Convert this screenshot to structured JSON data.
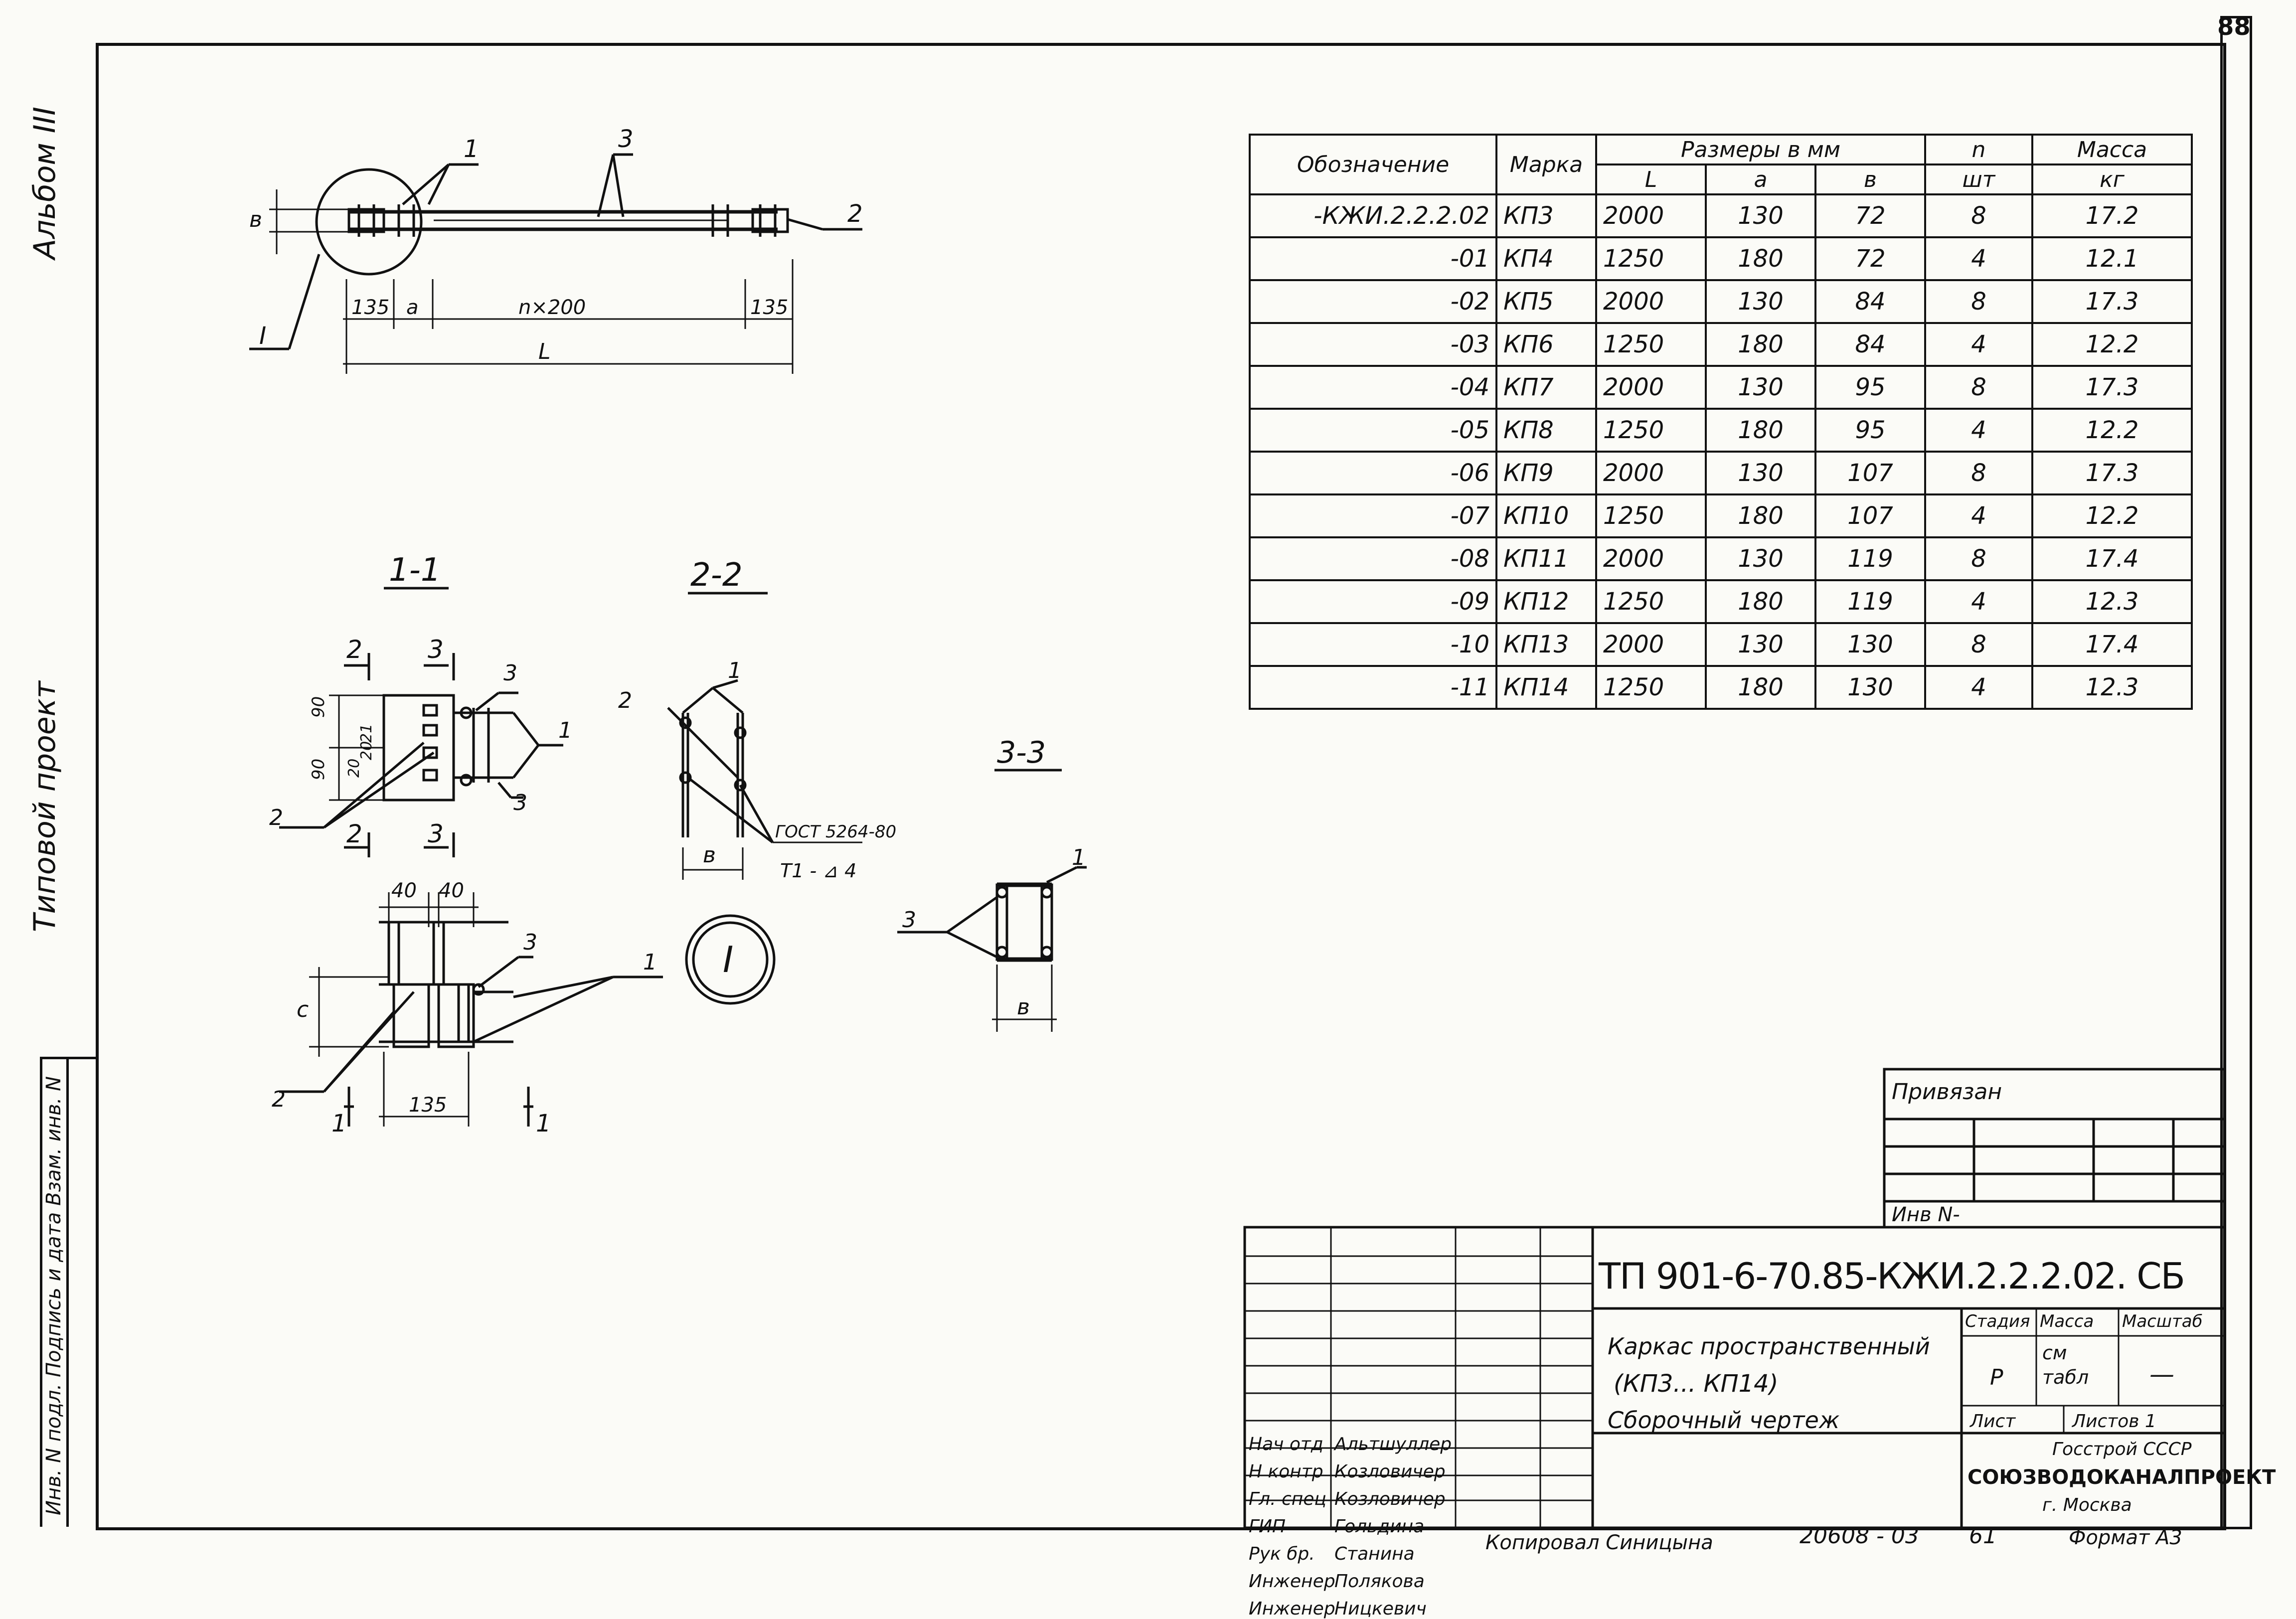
{
  "margin": {
    "album": "Альбом III",
    "project": "Типовой проект",
    "stamp_column": "Инв. N подл. Подпись и дата Взам. инв. N"
  },
  "top_right_mark": "88",
  "views": {
    "elevation": {
      "callouts": [
        "1",
        "3",
        "2",
        "I",
        "в"
      ],
      "dims": [
        "135",
        "a",
        "n×200",
        "135",
        "L"
      ]
    },
    "section_1_1": {
      "title": "1-1",
      "cuts": [
        "2",
        "3",
        "2",
        "3"
      ],
      "callouts": [
        "3",
        "3",
        "1",
        "2"
      ],
      "dims": [
        "90",
        "90",
        "20",
        "20",
        "21"
      ]
    },
    "section_2_2": {
      "title": "2-2",
      "callouts": [
        "1",
        "2"
      ],
      "dim": "в",
      "weld_std": "ГОСТ 5264-80",
      "weld_mark": "Т1 - ⊿ 4"
    },
    "section_3_3": {
      "title": "3-3",
      "callouts": [
        "1",
        "3"
      ],
      "dim": "в"
    },
    "plan_view": {
      "dims": [
        "40",
        "40",
        "135",
        "с"
      ],
      "callouts": [
        "3",
        "1",
        "2"
      ],
      "cut": [
        "1",
        "1"
      ]
    },
    "detail_mark": "I"
  },
  "spec_table": {
    "headers": {
      "designation": "Обозначение",
      "mark": "Марка",
      "sizes": "Размеры в мм",
      "L": "L",
      "a": "a",
      "b": "в",
      "qty": "n",
      "qty_unit": "шт",
      "mass": "Масса",
      "mass_unit": "кг"
    },
    "rows": [
      {
        "designation": "-КЖИ.2.2.2.02",
        "mark": "КП3",
        "L": "2000",
        "a": "130",
        "b": "72",
        "n": "8",
        "mass": "17.2"
      },
      {
        "designation": "-01",
        "mark": "КП4",
        "L": "1250",
        "a": "180",
        "b": "72",
        "n": "4",
        "mass": "12.1"
      },
      {
        "designation": "-02",
        "mark": "КП5",
        "L": "2000",
        "a": "130",
        "b": "84",
        "n": "8",
        "mass": "17.3"
      },
      {
        "designation": "-03",
        "mark": "КП6",
        "L": "1250",
        "a": "180",
        "b": "84",
        "n": "4",
        "mass": "12.2"
      },
      {
        "designation": "-04",
        "mark": "КП7",
        "L": "2000",
        "a": "130",
        "b": "95",
        "n": "8",
        "mass": "17.3"
      },
      {
        "designation": "-05",
        "mark": "КП8",
        "L": "1250",
        "a": "180",
        "b": "95",
        "n": "4",
        "mass": "12.2"
      },
      {
        "designation": "-06",
        "mark": "КП9",
        "L": "2000",
        "a": "130",
        "b": "107",
        "n": "8",
        "mass": "17.3"
      },
      {
        "designation": "-07",
        "mark": "КП10",
        "L": "1250",
        "a": "180",
        "b": "107",
        "n": "4",
        "mass": "12.2"
      },
      {
        "designation": "-08",
        "mark": "КП11",
        "L": "2000",
        "a": "130",
        "b": "119",
        "n": "8",
        "mass": "17.4"
      },
      {
        "designation": "-09",
        "mark": "КП12",
        "L": "1250",
        "a": "180",
        "b": "119",
        "n": "4",
        "mass": "12.3"
      },
      {
        "designation": "-10",
        "mark": "КП13",
        "L": "2000",
        "a": "130",
        "b": "130",
        "n": "8",
        "mass": "17.4"
      },
      {
        "designation": "-11",
        "mark": "КП14",
        "L": "1250",
        "a": "180",
        "b": "130",
        "n": "4",
        "mass": "12.3"
      }
    ]
  },
  "binding_block": {
    "title": "Привязан",
    "inv": "Инв N-"
  },
  "title_block": {
    "code": "ТП 901-6-70.85-КЖИ.2.2.2.02. СБ",
    "name_line1": "Каркас пространственный",
    "name_line2": "(КП3...  КП14)",
    "name_line3": "Сборочный чертеж",
    "stage_label": "Стадия",
    "stage_value": "Р",
    "mass_label": "Масса",
    "mass_value": "см табл",
    "scale_label": "Масштаб",
    "scale_value": "—",
    "sheet_label": "Лист",
    "sheets_label": "Листов 1",
    "org1": "Госстрой СССР",
    "org2": "СОЮЗВОДОКАНАЛПРОЕКТ",
    "org3": "г. Москва",
    "staff": [
      {
        "role": "Нач отд",
        "name": "Альтшуллер"
      },
      {
        "role": "Н контр",
        "name": "Козловичер"
      },
      {
        "role": "Гл. спец",
        "name": "Козловичер"
      },
      {
        "role": "ГИП",
        "name": "Гольдина"
      },
      {
        "role": "Рук бр.",
        "name": "Станина"
      },
      {
        "role": "Инженер",
        "name": "Полякова"
      },
      {
        "role": "Инженер",
        "name": "Ницкевич"
      }
    ]
  },
  "footer": {
    "copied": "Копировал Синицына",
    "number": "20608 - 03",
    "page": "61",
    "format": "Формат А3"
  }
}
